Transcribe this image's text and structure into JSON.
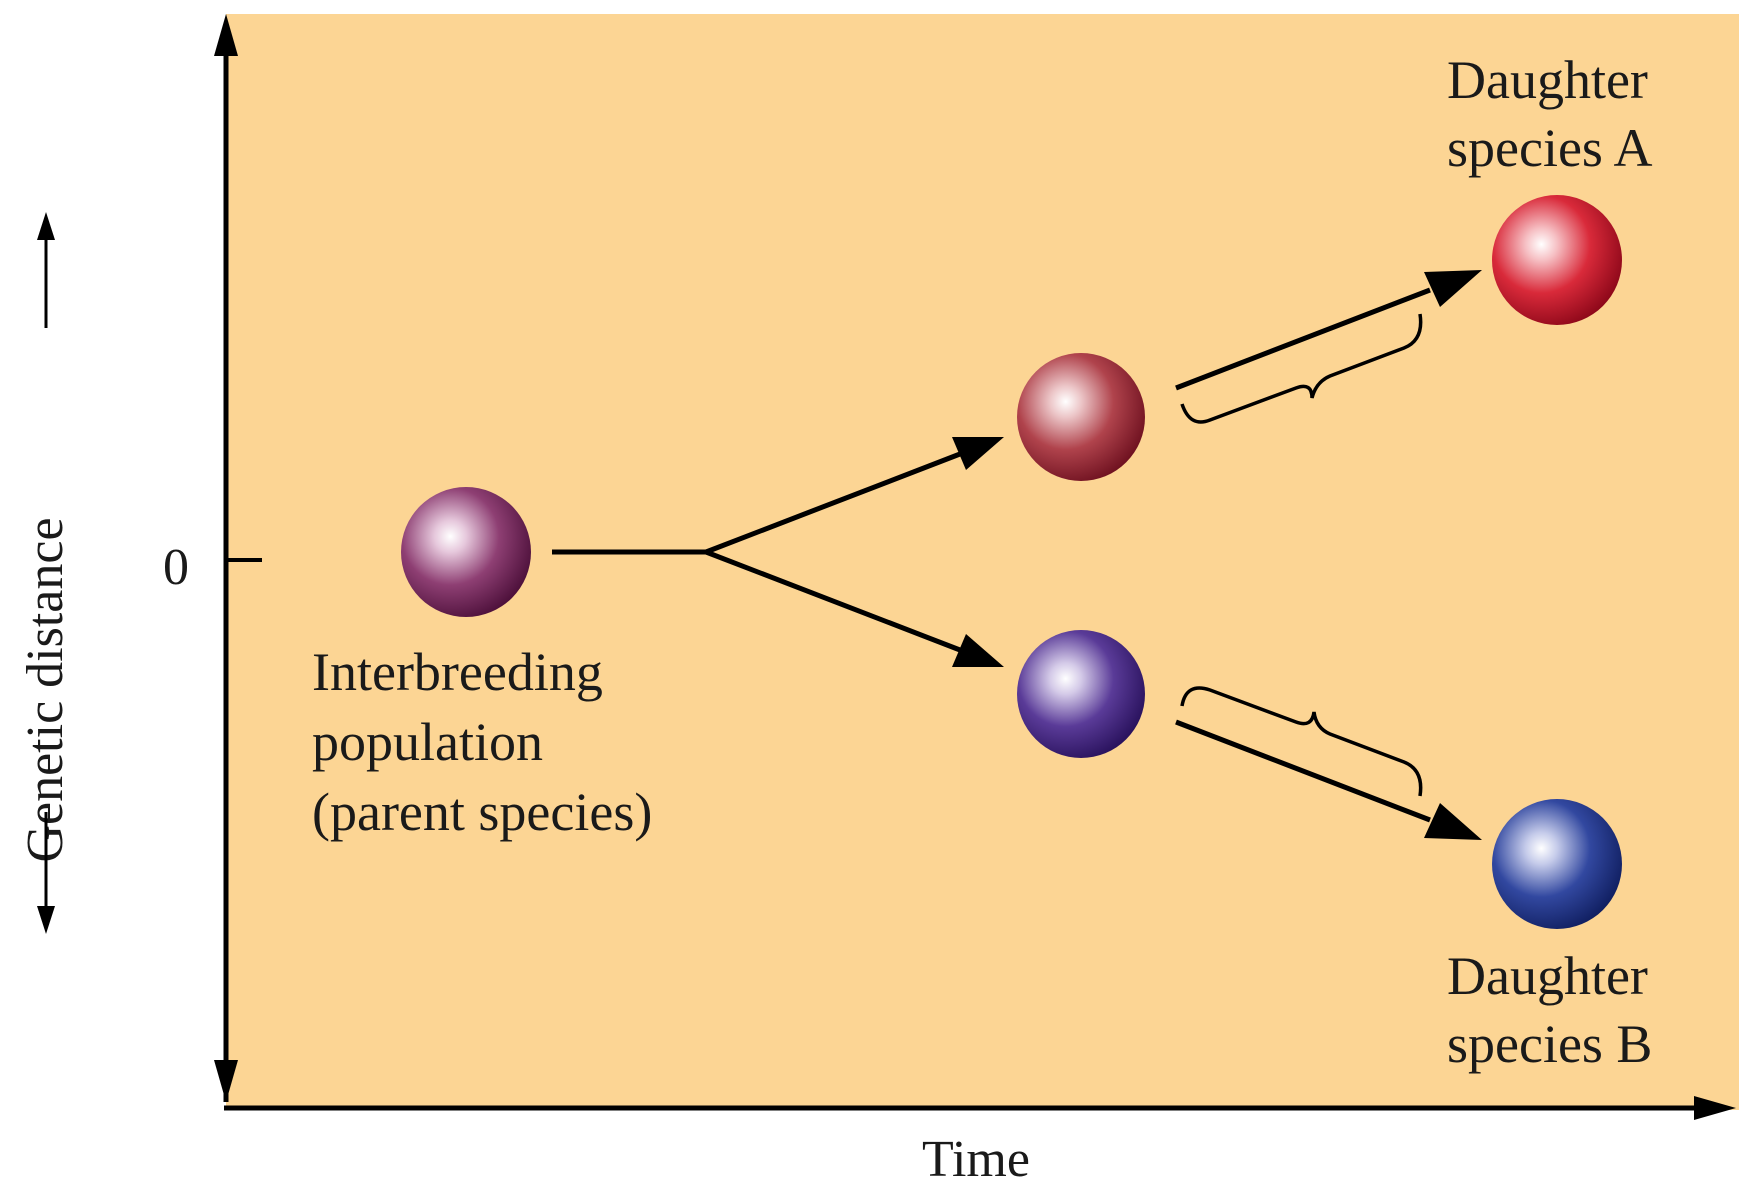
{
  "diagram": {
    "axes": {
      "y_label": "Genetic distance",
      "x_label": "Time",
      "zero_tick": "0"
    },
    "nodes": {
      "parent": {
        "label_lines": [
          "Interbreeding",
          "population",
          "(parent species)"
        ],
        "color": "#7a2a5e"
      },
      "upper_intermediate": {
        "color": "#a53a44"
      },
      "lower_intermediate": {
        "color": "#4b2c8a"
      },
      "daughter_a": {
        "label_lines": [
          "Daughter",
          "species A"
        ],
        "color": "#cc1b2c"
      },
      "daughter_b": {
        "label_lines": [
          "Daughter",
          "species B"
        ],
        "color": "#243a8e"
      }
    },
    "colors": {
      "background": "#fcd594",
      "stroke": "#000000"
    }
  }
}
